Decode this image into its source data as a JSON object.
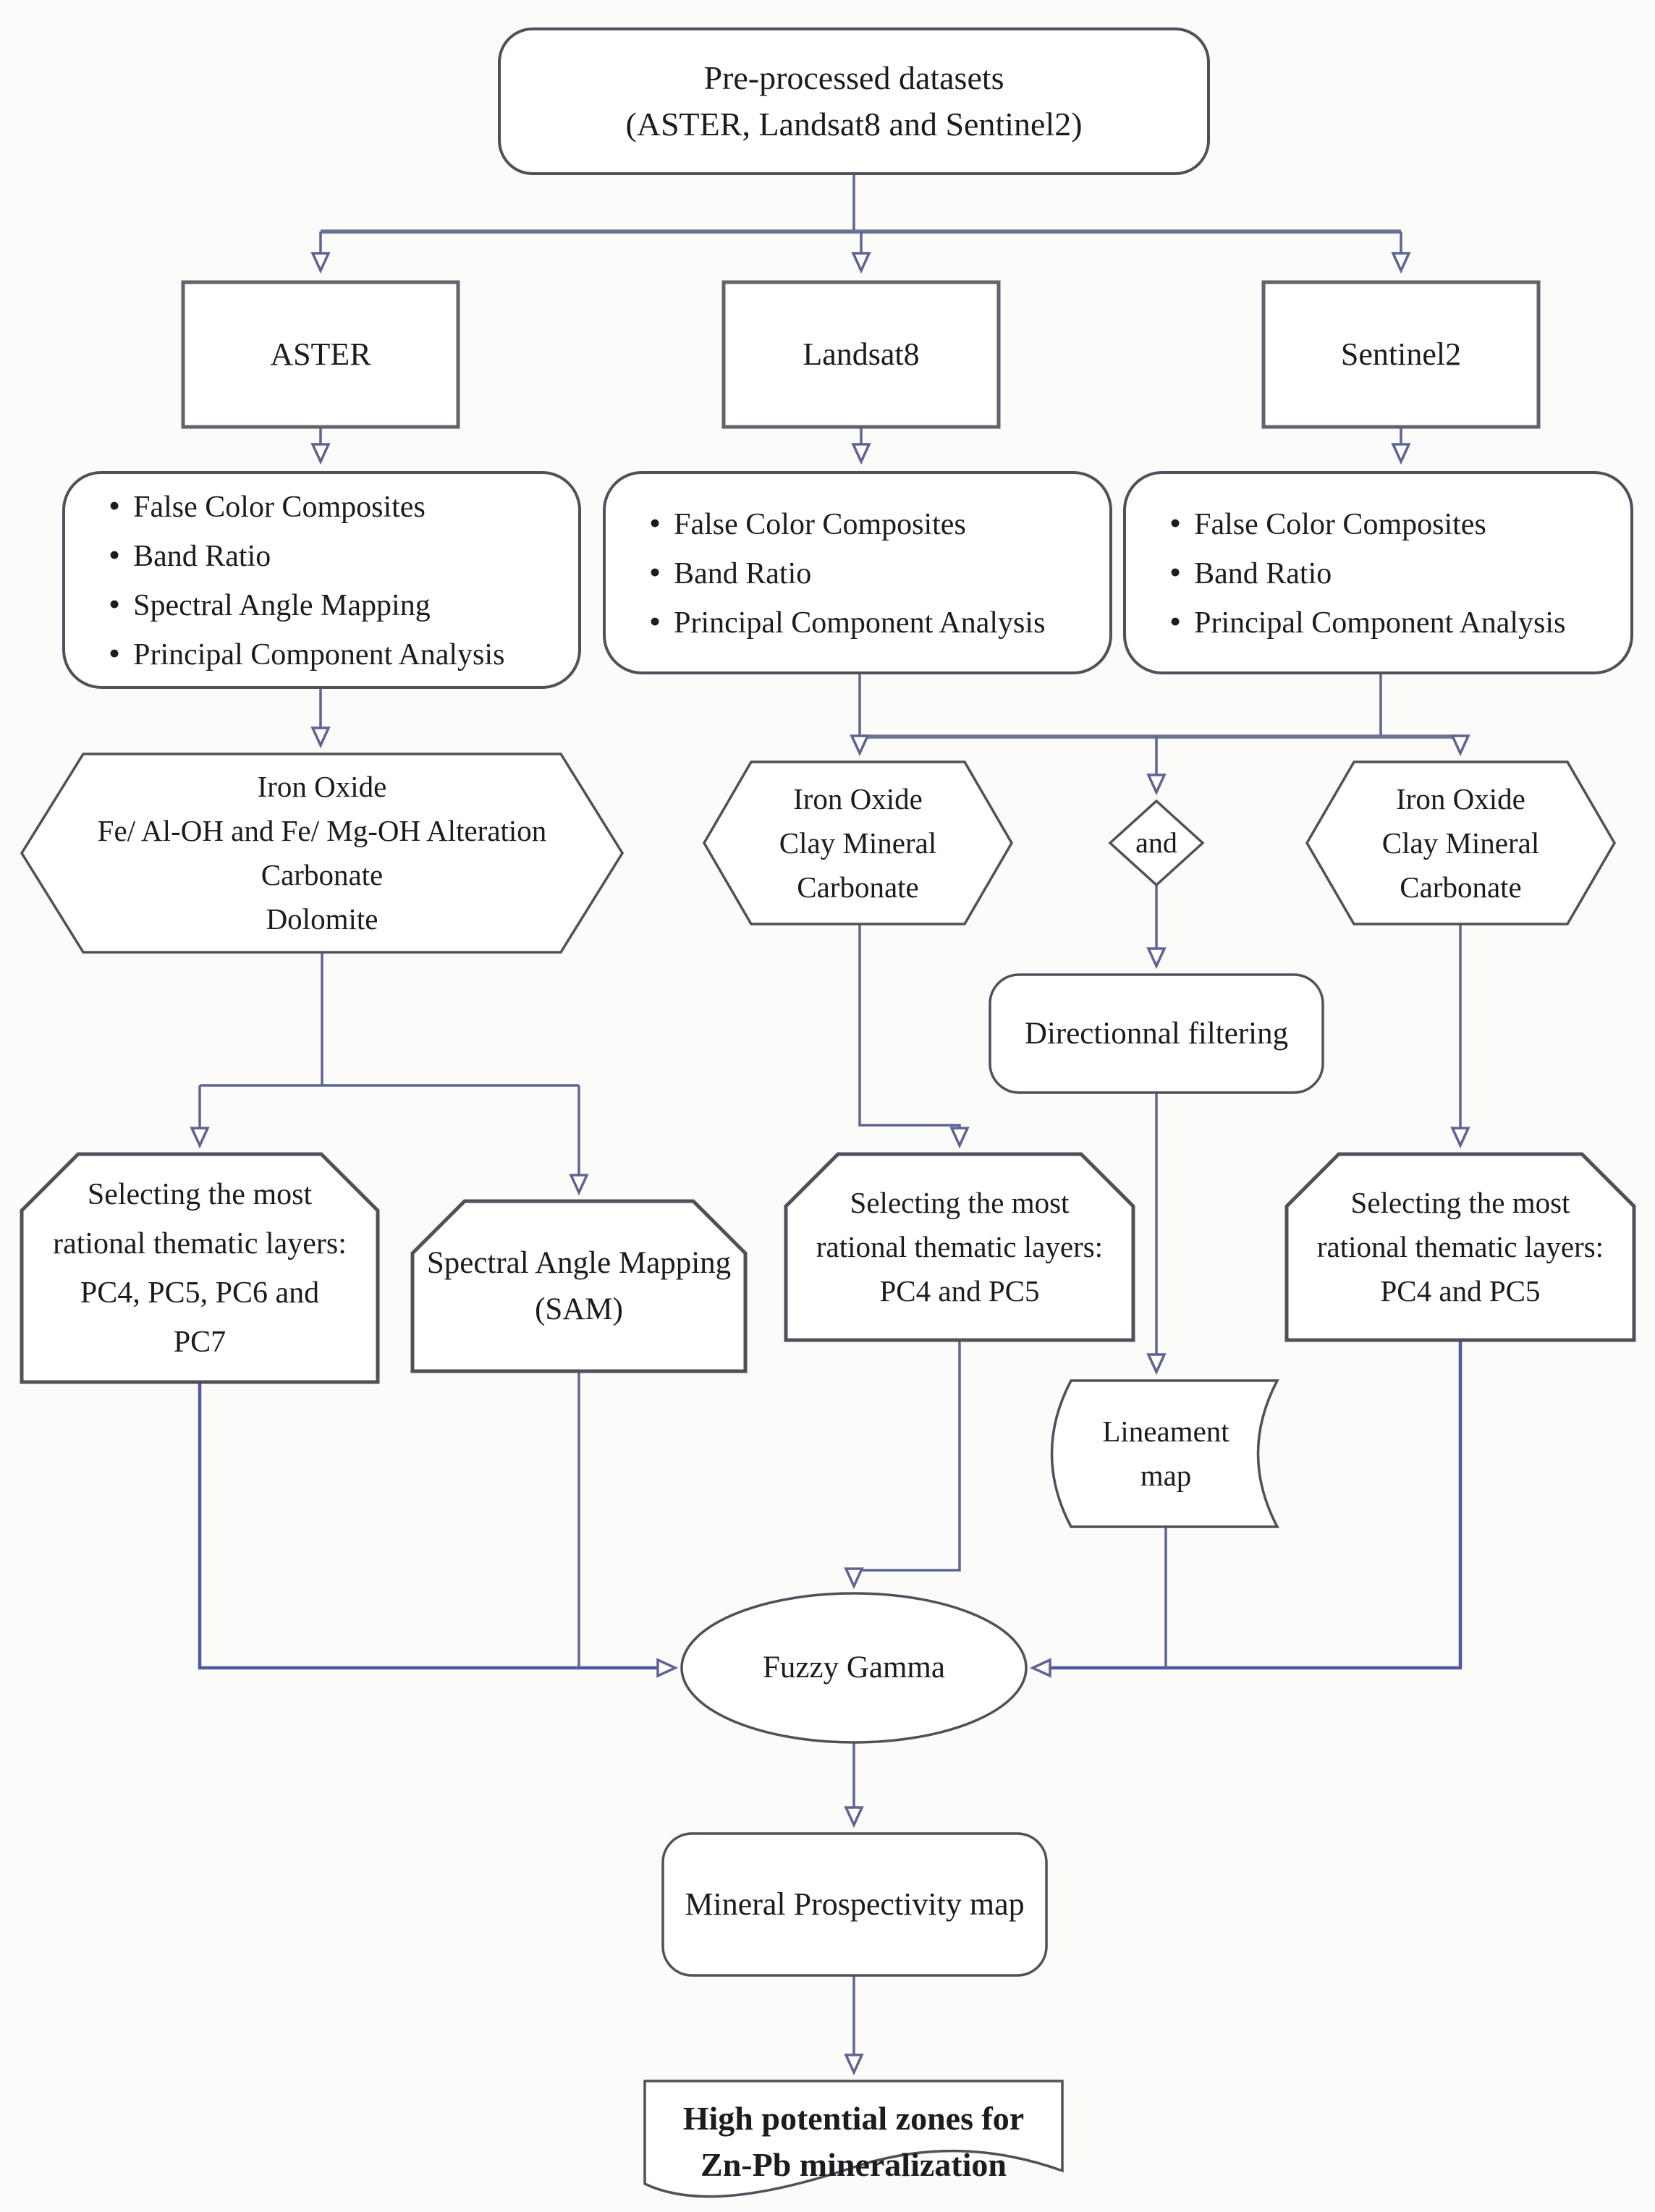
{
  "diagram": {
    "title_box": {
      "lines": [
        "Pre-processed datasets",
        "(ASTER, Landsat8 and Sentinel2)"
      ]
    },
    "sensors": {
      "aster": "ASTER",
      "landsat8": "Landsat8",
      "sentinel2": "Sentinel2"
    },
    "processing": {
      "aster": {
        "items": [
          "False Color Composites",
          "Band Ratio",
          "Spectral Angle Mapping",
          "Principal Component Analysis"
        ]
      },
      "landsat8": {
        "items": [
          "False Color Composites",
          "Band Ratio",
          "Principal Component Analysis"
        ]
      },
      "sentinel2": {
        "items": [
          "False Color Composites",
          "Band Ratio",
          "Principal Component Analysis"
        ]
      }
    },
    "products": {
      "aster": {
        "lines": [
          "Iron Oxide",
          "Fe/ Al-OH and Fe/ Mg-OH Alteration",
          "Carbonate",
          "Dolomite"
        ]
      },
      "landsat8": {
        "lines": [
          "Iron Oxide",
          "Clay Mineral",
          "Carbonate"
        ]
      },
      "sentinel2": {
        "lines": [
          "Iron Oxide",
          "Clay Mineral",
          "Carbonate"
        ]
      }
    },
    "and_label": "and",
    "directional_filtering_label": "Directionnal filtering",
    "selection": {
      "aster": {
        "lines": [
          "Selecting the most",
          "rational thematic layers:",
          "PC4, PC5, PC6 and",
          "PC7"
        ]
      },
      "sam": {
        "lines": [
          "Spectral Angle Mapping",
          "(SAM)"
        ]
      },
      "landsat8": {
        "lines": [
          "Selecting the most",
          "rational thematic layers:",
          "PC4 and PC5"
        ]
      },
      "sentinel2": {
        "lines": [
          "Selecting the most",
          "rational thematic layers:",
          "PC4 and PC5"
        ]
      }
    },
    "lineament_map": {
      "lines": [
        "Lineament",
        "map"
      ]
    },
    "fuzzy_gamma_label": "Fuzzy Gamma",
    "mineral_prospectivity_label": "Mineral Prospectivity map",
    "final_output": {
      "lines": [
        "High potential zones for",
        "Zn-Pb mineralization"
      ]
    },
    "icons": {
      "bullet_glyph": "•",
      "arrowhead": "open-triangle"
    },
    "colors": {
      "connector": "#5d6492",
      "connector_bold": "#6b7292",
      "connector_accent": "#4f58a0",
      "shape_border": "#50505a",
      "text": "#1c1c20",
      "background": "#fbfbfa"
    }
  }
}
